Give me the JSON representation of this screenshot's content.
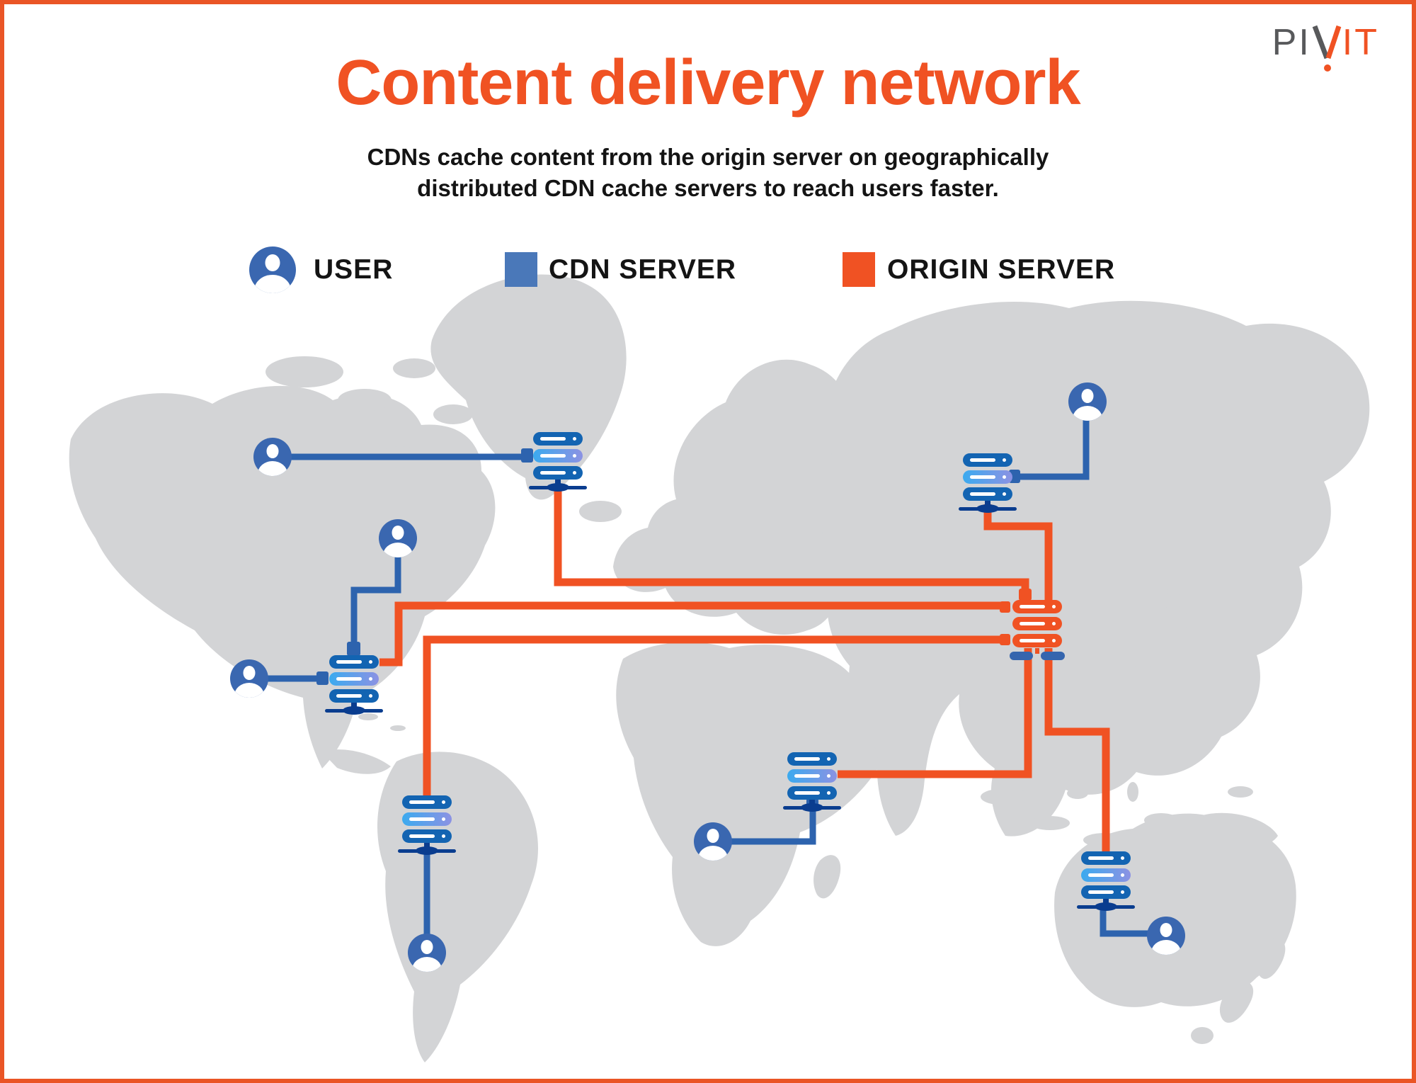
{
  "brand": {
    "logo_gray": "PI",
    "logo_orange": "IT",
    "logo_full": "PIVIT"
  },
  "header": {
    "title": "Content delivery network",
    "subtitle_line1": "CDNs cache content from the origin server on geographically",
    "subtitle_line2": "distributed CDN cache servers to reach users faster."
  },
  "legend": {
    "user": "USER",
    "cdn_server": "CDN SERVER",
    "origin_server": "ORIGIN SERVER"
  },
  "colors": {
    "accent_orange": "#F05223",
    "border_orange": "#EA5526",
    "legend_cdn_blue": "#4A78B9",
    "server_dark_blue": "#1364B2",
    "server_gradient_start": "#3BAAEF",
    "server_gradient_end": "#8C92E3",
    "server_base_navy": "#0A3D8F",
    "origin_base_blue": "#3565AE",
    "user_circle_blue": "#3A67B0",
    "line_blue": "#2D63AE",
    "map_gray": "#D3D4D6",
    "logo_gray": "#58595B",
    "text_black": "#141414"
  },
  "diagram": {
    "origin_server_count": 1,
    "cdn_server_count": 6,
    "user_count": 7,
    "nodes": [
      {
        "id": "origin-east-asia",
        "type": "origin-server"
      },
      {
        "id": "cdn-greenland",
        "type": "cdn-server"
      },
      {
        "id": "cdn-north-america",
        "type": "cdn-server"
      },
      {
        "id": "cdn-south-america",
        "type": "cdn-server"
      },
      {
        "id": "cdn-east-africa",
        "type": "cdn-server"
      },
      {
        "id": "cdn-russia",
        "type": "cdn-server"
      },
      {
        "id": "cdn-australia",
        "type": "cdn-server"
      },
      {
        "id": "user-arctic-canada",
        "type": "user"
      },
      {
        "id": "user-canada",
        "type": "user"
      },
      {
        "id": "user-us-west",
        "type": "user"
      },
      {
        "id": "user-south-america",
        "type": "user"
      },
      {
        "id": "user-africa",
        "type": "user"
      },
      {
        "id": "user-siberia",
        "type": "user"
      },
      {
        "id": "user-australia",
        "type": "user"
      }
    ],
    "links": [
      {
        "from": "user-arctic-canada",
        "to": "cdn-greenland",
        "color": "blue"
      },
      {
        "from": "user-canada",
        "to": "cdn-north-america",
        "color": "blue"
      },
      {
        "from": "user-us-west",
        "to": "cdn-north-america",
        "color": "blue"
      },
      {
        "from": "user-south-america",
        "to": "cdn-south-america",
        "color": "blue"
      },
      {
        "from": "user-africa",
        "to": "cdn-east-africa",
        "color": "blue"
      },
      {
        "from": "user-siberia",
        "to": "cdn-russia",
        "color": "blue"
      },
      {
        "from": "user-australia",
        "to": "cdn-australia",
        "color": "blue"
      },
      {
        "from": "cdn-greenland",
        "to": "origin-east-asia",
        "color": "orange"
      },
      {
        "from": "cdn-north-america",
        "to": "origin-east-asia",
        "color": "orange"
      },
      {
        "from": "cdn-south-america",
        "to": "origin-east-asia",
        "color": "orange"
      },
      {
        "from": "cdn-east-africa",
        "to": "origin-east-asia",
        "color": "orange"
      },
      {
        "from": "cdn-russia",
        "to": "origin-east-asia",
        "color": "orange"
      },
      {
        "from": "cdn-australia",
        "to": "origin-east-asia",
        "color": "orange"
      }
    ]
  }
}
